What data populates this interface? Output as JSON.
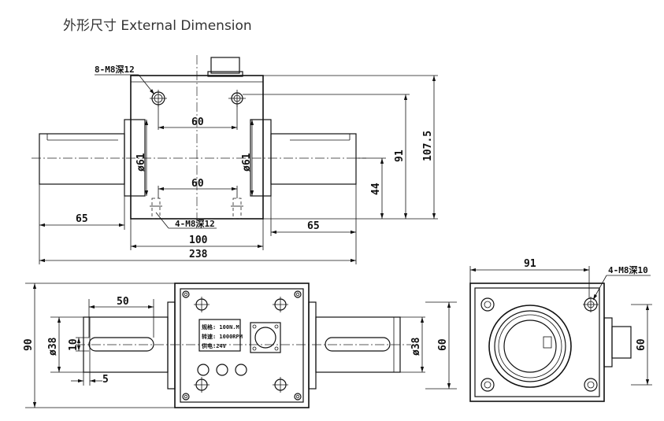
{
  "title": "外形尺寸 External Dimension",
  "front_view": {
    "hole_callout_top": "8-M8深12",
    "hole_callout_bottom": "4-M8深12",
    "dim_top_spacing": "60",
    "dim_bottom_spacing": "60",
    "dim_flange_left": "ø61",
    "dim_flange_right": "ø61",
    "dim_shaft_left": "65",
    "dim_shaft_right": "65",
    "dim_body_width": "100",
    "dim_overall_length": "238",
    "dim_height_91": "91",
    "dim_height_107": "107.5",
    "dim_center_44": "44"
  },
  "top_view": {
    "dim_keyway_length": "50",
    "dim_shaft_dia_left": "ø38",
    "dim_shaft_dia_right": "ø38",
    "dim_key_width": "10",
    "dim_keyway_offset": "5",
    "dim_height_90": "90",
    "dim_height_60": "60",
    "nameplate_line1": "规格: 100N.M",
    "nameplate_line2": "转速: 1000RPM",
    "nameplate_line3": "供电:24V"
  },
  "side_view": {
    "dim_width_91": "91",
    "hole_callout": "4-M8深10",
    "dim_height_60": "60"
  }
}
